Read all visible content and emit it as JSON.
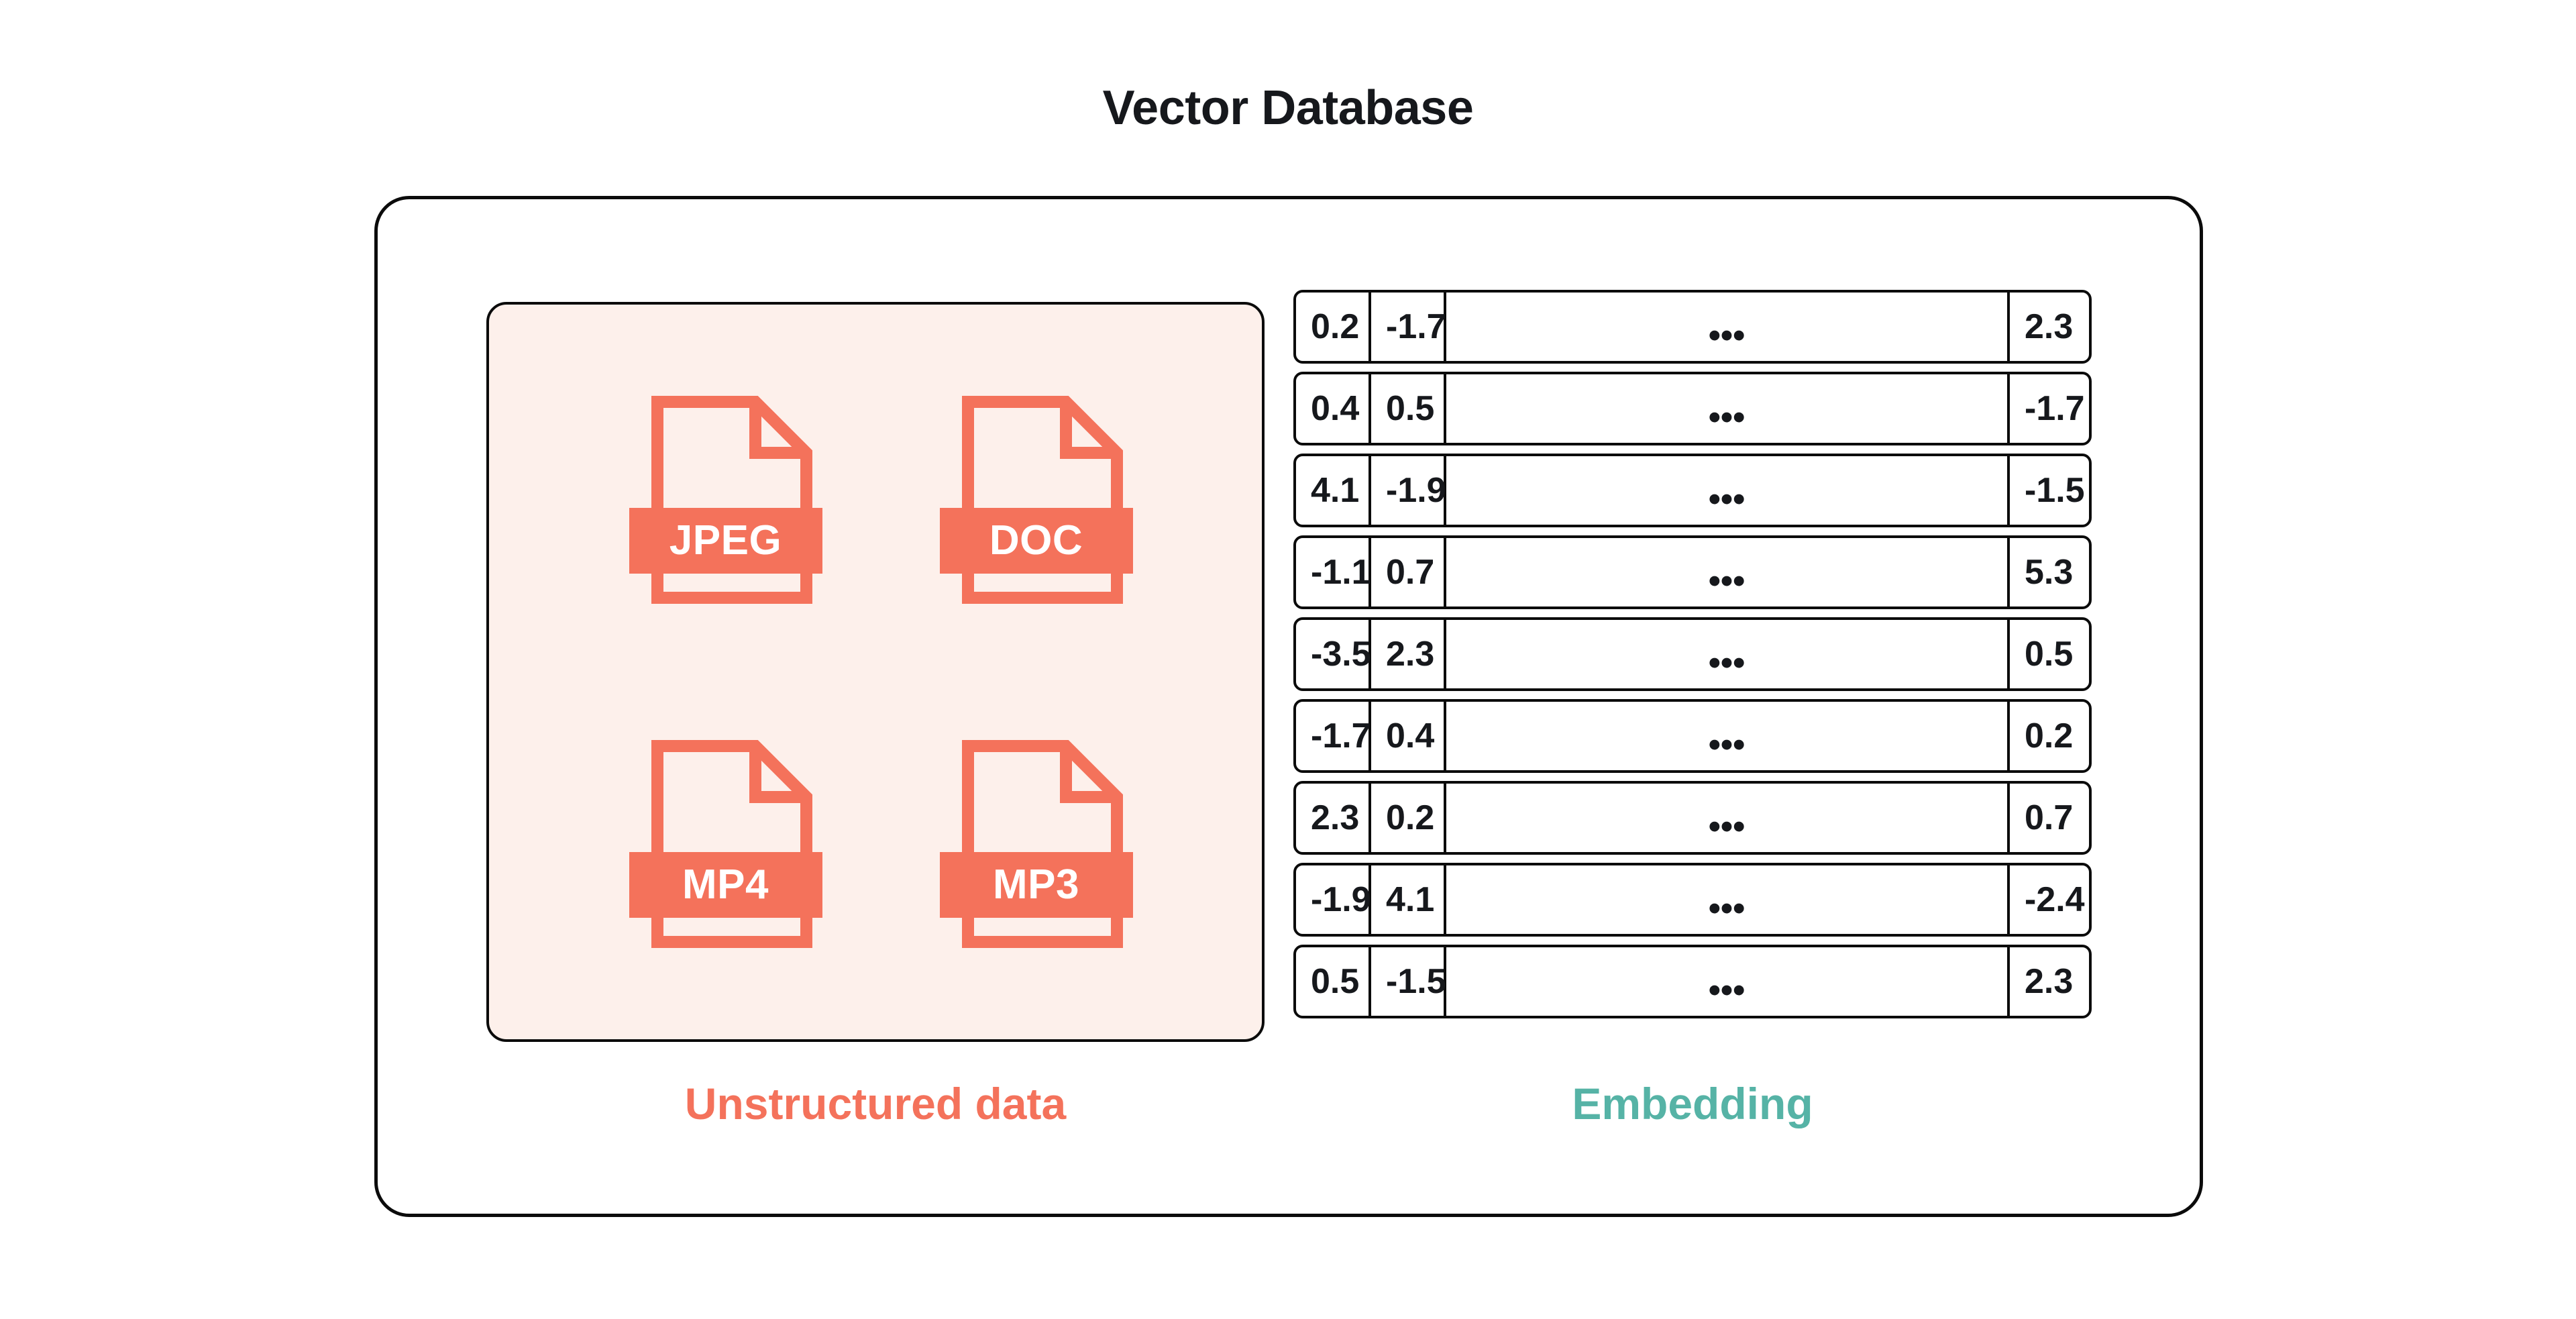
{
  "title": "Vector Database",
  "colors": {
    "coral": "#F4725B",
    "teal": "#56B3A6",
    "panel_fill": "#FDF0EB",
    "outline": "#0B0B0B",
    "title_text": "#16181C"
  },
  "unstructured": {
    "caption": "Unstructured data",
    "files": [
      {
        "ext": "JPEG",
        "icon": "file-document-icon"
      },
      {
        "ext": "DOC",
        "icon": "file-document-icon"
      },
      {
        "ext": "MP4",
        "icon": "file-document-icon"
      },
      {
        "ext": "MP3",
        "icon": "file-document-icon"
      }
    ]
  },
  "embedding": {
    "caption": "Embedding",
    "ellipsis": "•••",
    "rows": [
      [
        "0.2",
        "-1.7",
        "",
        "2.3"
      ],
      [
        "0.4",
        "0.5",
        "",
        "-1.7"
      ],
      [
        "4.1",
        "-1.9",
        "",
        "-1.5"
      ],
      [
        "-1.1",
        "0.7",
        "",
        "5.3"
      ],
      [
        "-3.5",
        "2.3",
        "",
        "0.5"
      ],
      [
        "-1.7",
        "0.4",
        "",
        "0.2"
      ],
      [
        "2.3",
        "0.2",
        "",
        "0.7"
      ],
      [
        "-1.9",
        "4.1",
        "",
        "-2.4"
      ],
      [
        "0.5",
        "-1.5",
        "",
        "2.3"
      ]
    ]
  }
}
